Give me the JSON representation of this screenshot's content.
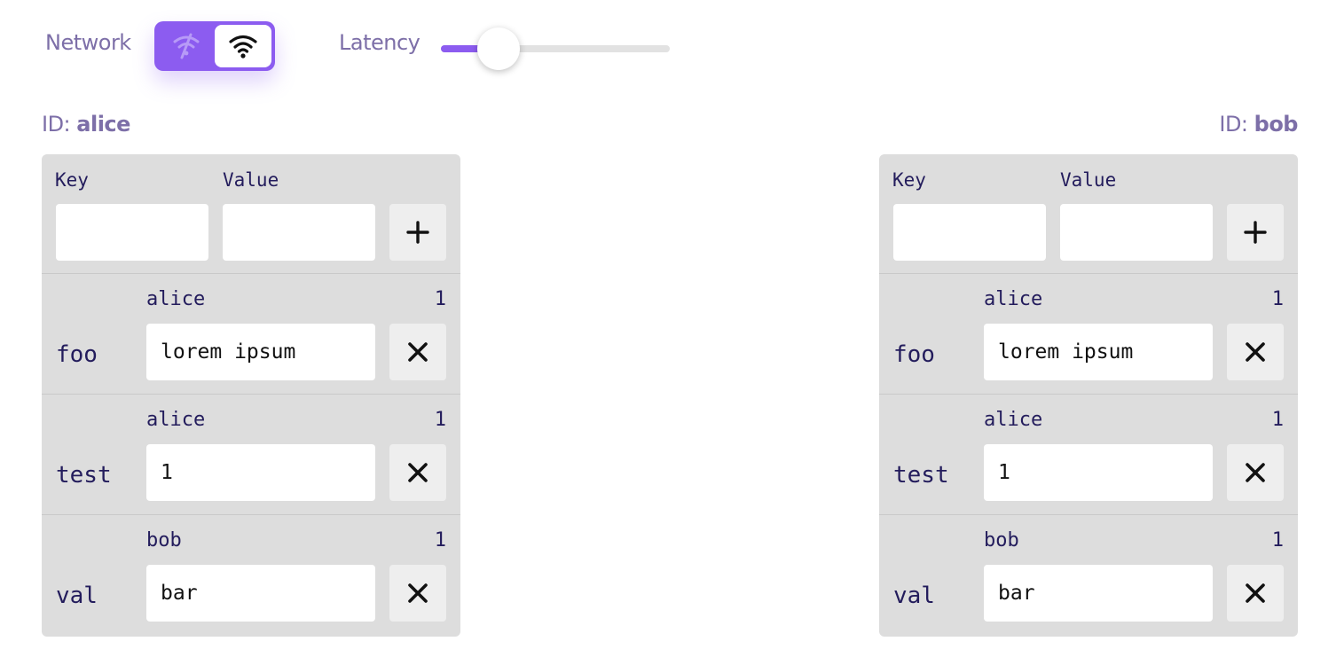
{
  "toolbar": {
    "network_label": "Network",
    "network_state": "online",
    "latency_label": "Latency",
    "latency_level": 0.25,
    "accent_color": "#8c5cf0"
  },
  "icons": {
    "offline": "wifi-off-icon",
    "online": "wifi-icon",
    "add": "plus-icon",
    "remove": "close-icon"
  },
  "panels": [
    {
      "id_prefix": "ID: ",
      "id": "alice",
      "key_label": "Key",
      "value_label": "Value",
      "key_input": "",
      "value_input": "",
      "entries": [
        {
          "key": "foo",
          "author": "alice",
          "count": "1",
          "value": "lorem ipsum"
        },
        {
          "key": "test",
          "author": "alice",
          "count": "1",
          "value": "1"
        },
        {
          "key": "val",
          "author": "bob",
          "count": "1",
          "value": "bar"
        }
      ]
    },
    {
      "id_prefix": "ID: ",
      "id": "bob",
      "key_label": "Key",
      "value_label": "Value",
      "key_input": "",
      "value_input": "",
      "entries": [
        {
          "key": "foo",
          "author": "alice",
          "count": "1",
          "value": "lorem ipsum"
        },
        {
          "key": "test",
          "author": "alice",
          "count": "1",
          "value": "1"
        },
        {
          "key": "val",
          "author": "bob",
          "count": "1",
          "value": "bar"
        }
      ]
    }
  ]
}
